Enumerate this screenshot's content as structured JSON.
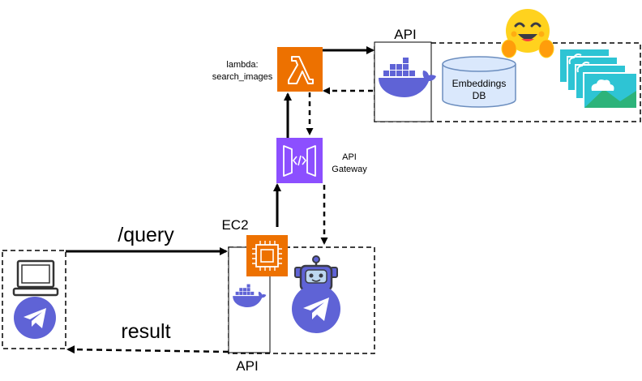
{
  "labels": {
    "lambda_line1": "lambda:",
    "lambda_line2": "search_images",
    "api_top": "API",
    "api_gateway_line1": "API",
    "api_gateway_line2": "Gateway",
    "embeddings_line1": "Embeddings",
    "embeddings_line2": "DB",
    "ec2": "EC2",
    "query": "/query",
    "result": "result",
    "api_bottom": "API"
  },
  "icons": {
    "lambda": "lambda-icon",
    "api_gateway": "api-gateway-icon",
    "ec2": "ec2-chip-icon",
    "docker": "docker-whale-icon",
    "hugging_face": "hugging-face-emoji-icon",
    "images": "image-stack-icon",
    "laptop": "laptop-icon",
    "telegram": "telegram-icon",
    "bot": "robot-icon",
    "database": "database-cylinder-icon"
  },
  "colors": {
    "aws_orange": "#ED7100",
    "aws_purple": "#8C4FFF",
    "docker_blue": "#5F63D6",
    "telegram_purple": "#5F63D6",
    "db_fill": "#DAE8FC",
    "db_stroke": "#6C8EBF",
    "image_teal": "#2EC4D4",
    "image_green": "#2DB37A",
    "emoji_yellow": "#FFD21E",
    "emoji_orange": "#FF9D0B"
  }
}
